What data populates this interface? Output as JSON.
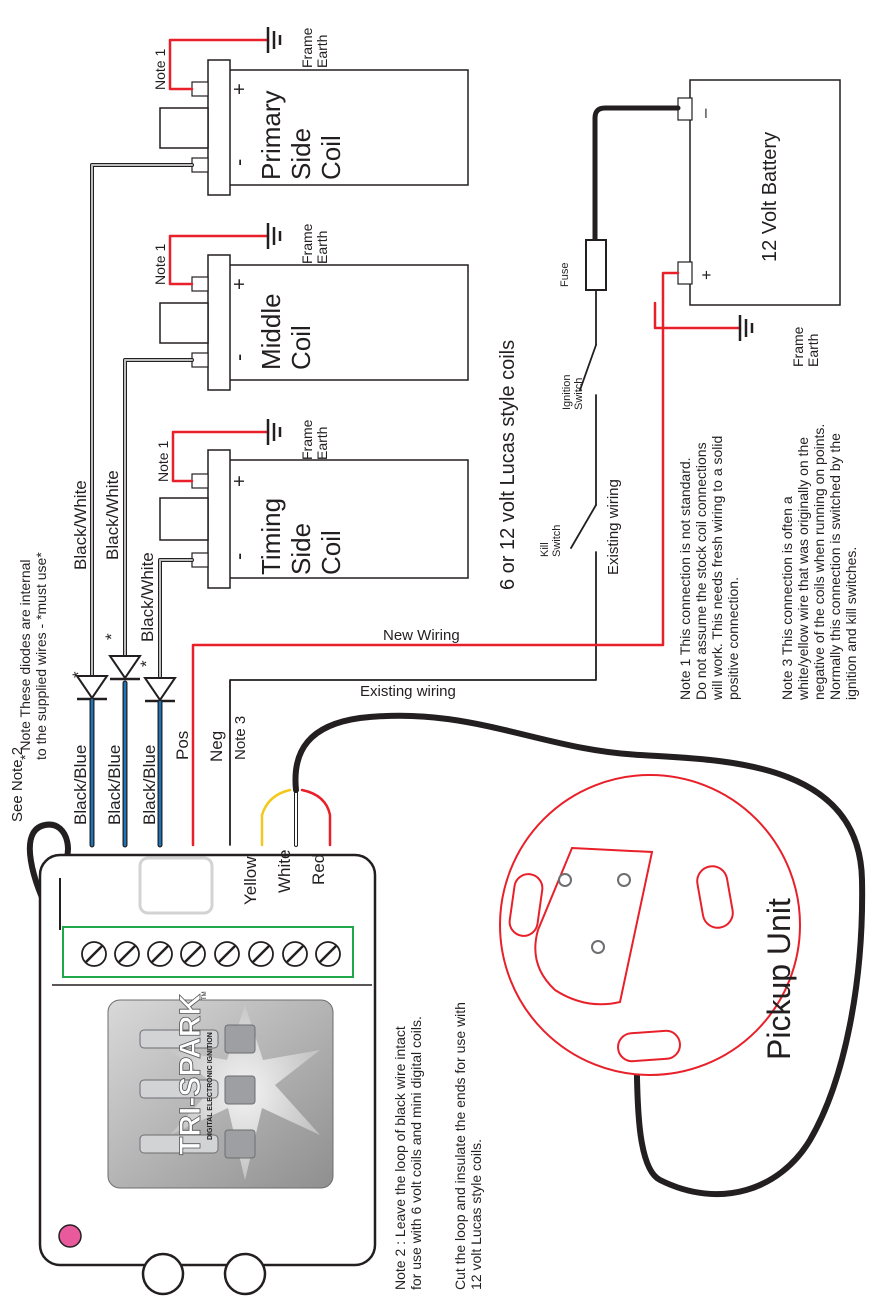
{
  "coils": {
    "primary": {
      "name": "Primary\nSide\nCoil",
      "plus": "+",
      "minus": "-",
      "note": "Note 1",
      "earth": "Frame\nEarth"
    },
    "middle": {
      "name": "Middle\nCoil",
      "plus": "+",
      "minus": "-",
      "note": "Note 1",
      "earth": "Frame\nEarth"
    },
    "timing": {
      "name": "Timing\nSide\nCoil",
      "plus": "+",
      "minus": "-",
      "note": "Note 1",
      "earth": "Frame\nEarth"
    },
    "caption": "6 or 12 volt Lucas style coils"
  },
  "battery": {
    "label": "12 Volt Battery",
    "minus": "–",
    "plus": "+",
    "earth": "Frame\nEarth"
  },
  "switches": {
    "fuse": "Fuse",
    "ignition": "Ignition\nSwitch",
    "kill": "Kill\nSwitch",
    "existing": "Existing wiring"
  },
  "wires": {
    "black_white": "Black/White",
    "black_blue": "Black/Blue",
    "pos": "Pos",
    "neg": "Neg",
    "note3": "Note 3",
    "yellow": "Yellow",
    "white": "White",
    "red": "Red",
    "new_wiring": "New Wiring",
    "existing_wiring": "Existing wiring",
    "diode_star": "*"
  },
  "diode_note": "* Note These diodes are internal\nto the supplied wires - *must use*",
  "see_note2": "See Note 2",
  "unit": {
    "brand": "TRI-SPARK",
    "tagline": "DIGITAL ELECTRONIC IGNITION",
    "tm": "TM"
  },
  "pickup": {
    "label": "Pickup Unit"
  },
  "notes": {
    "note1": "Note 1  This connection is not standard.\nDo not assume the stock coil connections\nwill work. This needs fresh wiring to a solid\npositive connection.",
    "note3": "Note 3 This connection is often a\nwhite/yellow wire that was originally on the\nnegative of the coils when running on points.\nNormally this connection is switched by the\nignition and kill switches.",
    "note2a": "Note 2 : Leave the loop of black wire intact\nfor use with 6 volt coils and mini digital coils.",
    "note2b": "Cut the loop and insulate the ends for use with\n12 volt Lucas style coils."
  },
  "colors": {
    "red": "#e8202a",
    "blue": "#1a75bb",
    "yellow": "#f2c81c",
    "green": "#1ea84a",
    "grey": "#bcbec0",
    "black": "#231f20",
    "pink": "#e95a9c"
  }
}
